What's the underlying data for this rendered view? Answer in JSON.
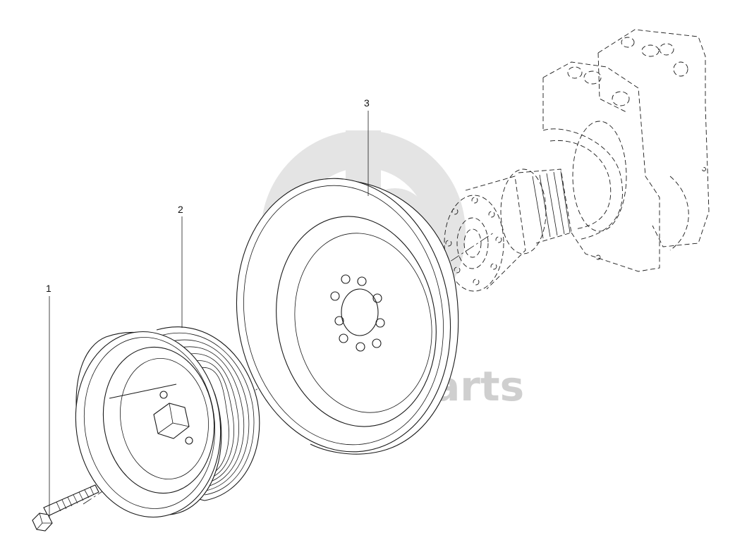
{
  "watermark": {
    "text": "data-parts",
    "color": "#cfcfcf"
  },
  "callouts": [
    {
      "id": "1",
      "label": "1"
    },
    {
      "id": "2",
      "label": "2"
    },
    {
      "id": "3",
      "label": "3"
    }
  ]
}
